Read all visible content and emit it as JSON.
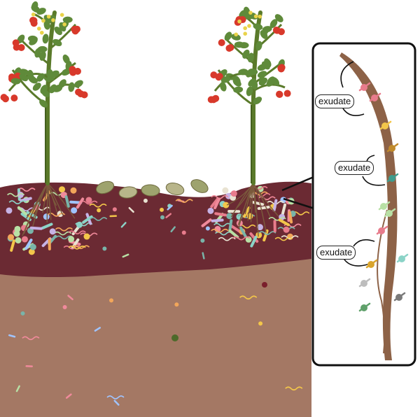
{
  "inset": {
    "labels": [
      "exudate",
      "exudate",
      "exudate"
    ]
  },
  "colors": {
    "topsoil": "#6b2a33",
    "subsoil": "#a47864",
    "stem": "#5a7a2a",
    "leaf": "#5f8a3a",
    "tomato": "#d8392b",
    "flower": "#e9d34a",
    "root": "#7a5a3c",
    "inset_root": "#8d6247",
    "inset_border": "#111111",
    "litter": "#b8b58a"
  },
  "icons": {
    "plant": "tomato-plant",
    "litter": "leaf-litter",
    "microbe": "soil-microbe"
  }
}
